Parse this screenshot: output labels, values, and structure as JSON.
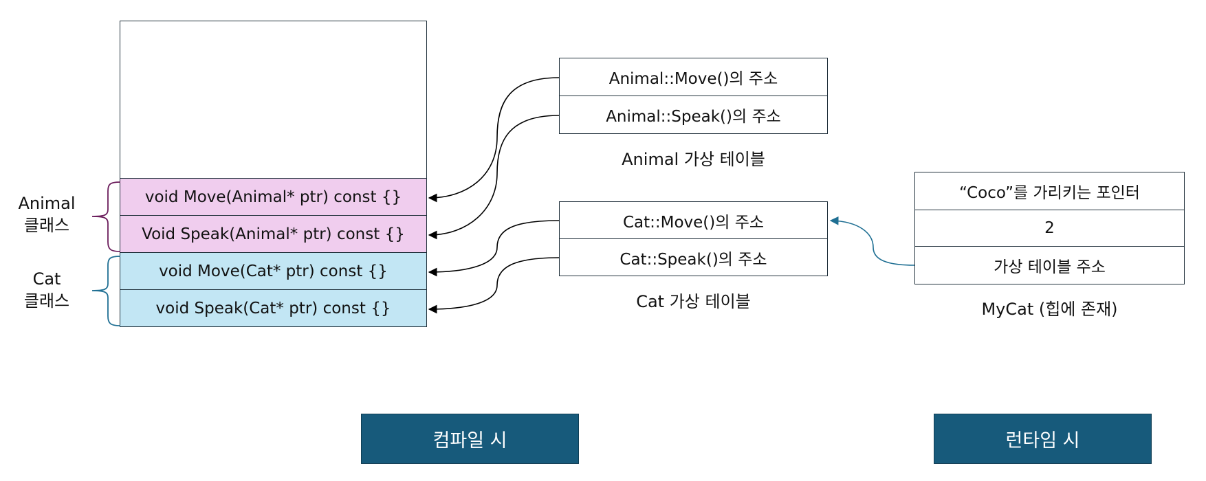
{
  "compile_side": {
    "class_labels": {
      "animal_line1": "Animal",
      "animal_line2": "클래스",
      "cat_line1": "Cat",
      "cat_line2": "클래스"
    },
    "code_rows": [
      "void Move(Animal* ptr) const {}",
      "Void Speak(Animal* ptr) const {}",
      "void Move(Cat* ptr) const {}",
      "void Speak(Cat* ptr) const {}"
    ],
    "button_label": "컴파일 시"
  },
  "animal_vtable": {
    "rows": [
      "Animal::Move()의 주소",
      "Animal::Speak()의 주소"
    ],
    "caption": "Animal 가상 테이블"
  },
  "cat_vtable": {
    "rows": [
      "Cat::Move()의 주소",
      "Cat::Speak()의 주소"
    ],
    "caption": "Cat 가상 테이블"
  },
  "mycat_object": {
    "rows": [
      "“Coco”를 가리키는 포인터",
      "2",
      "가상 테이블 주소"
    ],
    "caption": "MyCat (힙에 존재)"
  },
  "runtime_button_label": "런타임 시",
  "colors": {
    "animal_fill": "#f0cdee",
    "cat_fill": "#c2e6f4",
    "button_fill": "#175a7b",
    "animal_brace": "#6b1d5c",
    "cat_brace": "#1f6f93",
    "runtime_arrow": "#1f6f93",
    "compile_arrow": "#000000"
  }
}
